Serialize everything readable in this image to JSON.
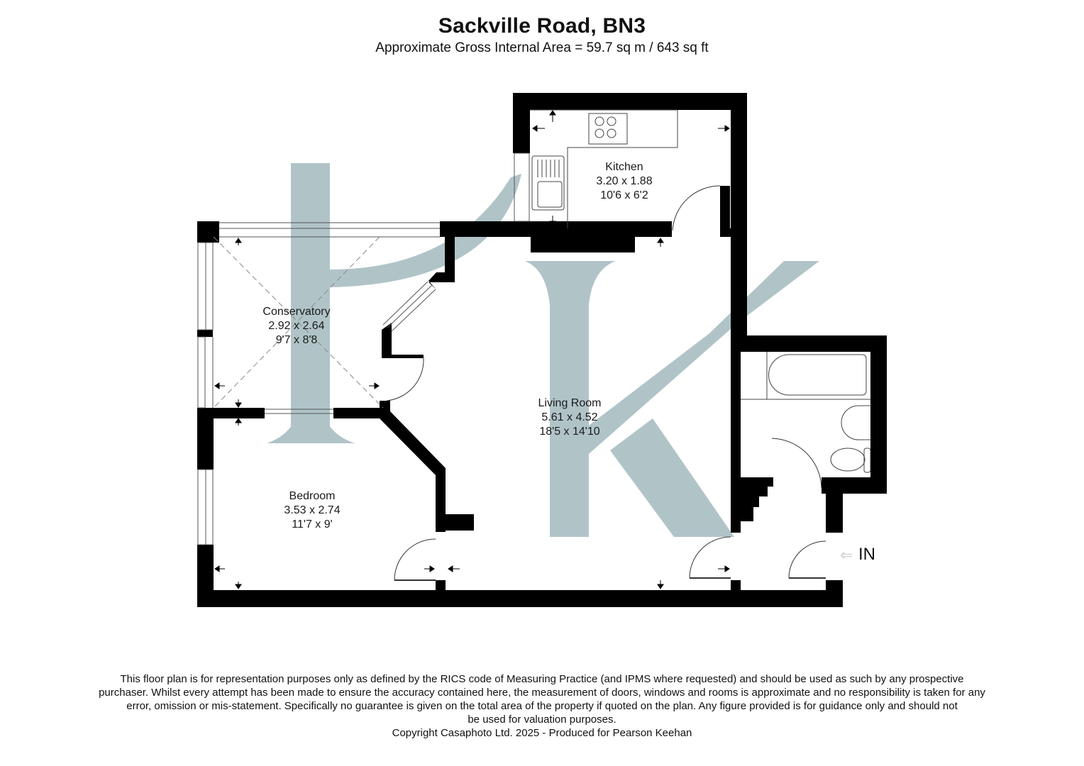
{
  "header": {
    "title": "Sackville Road, BN3",
    "subtitle": "Approximate Gross Internal Area = 59.7 sq m / 643 sq ft"
  },
  "rooms": [
    {
      "name": "Kitchen",
      "metric": "3.20 x 1.88",
      "imperial": "10'6 x 6'2"
    },
    {
      "name": "Conservatory",
      "metric": "2.92 x 2.64",
      "imperial": "9'7 x 8'8"
    },
    {
      "name": "Living Room",
      "metric": "5.61 x 4.52",
      "imperial": "18'5 x 14'10"
    },
    {
      "name": "Bedroom",
      "metric": "3.53 x 2.74",
      "imperial": "11'7 x 9'"
    }
  ],
  "entrance": {
    "label": "IN",
    "arrow_icon": "arrow-left-icon"
  },
  "fixtures": [
    "hob-icon",
    "sink-icon",
    "bath-icon",
    "basin-icon",
    "toilet-icon"
  ],
  "watermark": {
    "text": "PK",
    "color": "#b0c4c8"
  },
  "colors": {
    "wall": "#000000",
    "watermark": "#b0c4c8",
    "background": "#ffffff"
  },
  "footer": {
    "disclaimer": [
      "This floor plan is for representation purposes only as defined by the RICS code of Measuring Practice (and IPMS where requested) and should be used as such by any prospective",
      "purchaser. Whilst every attempt has been made to ensure the accuracy contained here, the measurement of doors, windows and rooms is approximate and no responsibility is taken for any",
      "error, omission or mis-statement. Specifically no guarantee is given on the total area of the property if quoted on the plan. Any figure provided is for guidance only and should not",
      "be used for valuation purposes."
    ],
    "copyright": "Copyright Casaphoto Ltd. 2025 - Produced for Pearson Keehan"
  }
}
